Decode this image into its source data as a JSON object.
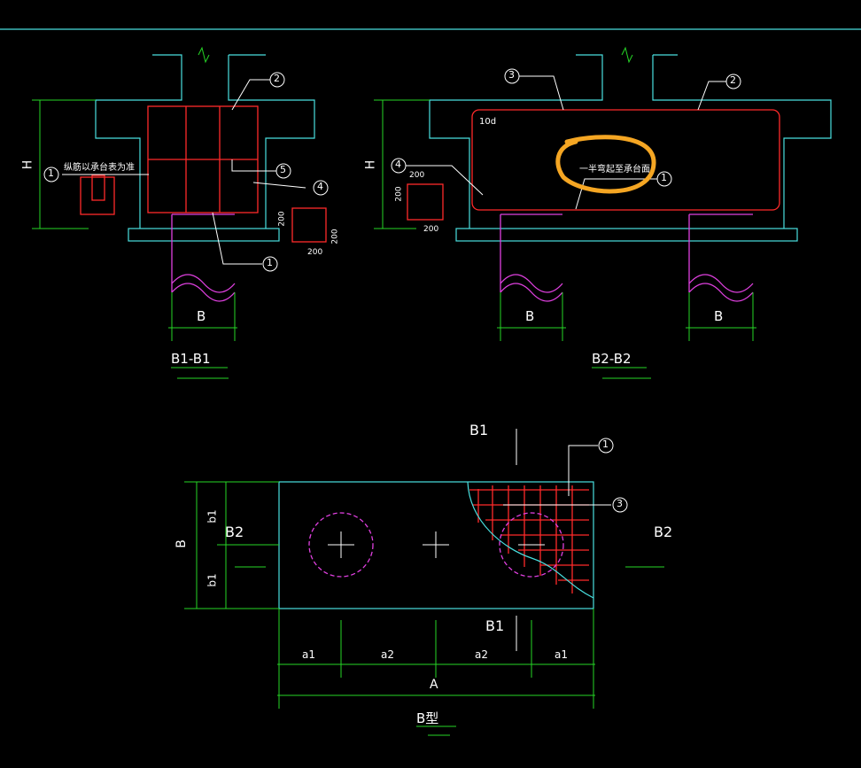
{
  "colors": {
    "background": "#000000",
    "concrete": "#49e0e0",
    "dimension": "#26d626",
    "rebar": "#ff2a2a",
    "pile": "#e040e0",
    "leader": "#ffffff",
    "highlight": "#f5a623"
  },
  "section1": {
    "title": "B1-B1",
    "note_main": "纵筋以承台表为准",
    "dim_h": "H",
    "dim_b": "B",
    "dim_200_a": "200",
    "dim_200_b": "200",
    "dim_200_c": "200",
    "callouts": [
      "1",
      "2",
      "5",
      "4",
      "1"
    ]
  },
  "section2": {
    "title": "B2-B2",
    "note_main": "一半弯起至承台面",
    "dim_h": "H",
    "dim_b1": "B",
    "dim_b2": "B",
    "dim_10d": "10d",
    "dim_200_a": "200",
    "dim_200_b": "200",
    "dim_200_c": "200",
    "callouts": [
      "3",
      "2",
      "4",
      "1"
    ]
  },
  "plan": {
    "title": "B型",
    "cut_b1": "B1",
    "cut_b2": "B2",
    "dim_b": "B",
    "dim_b1": "b1",
    "dim_a": "A",
    "dim_a1": "a1",
    "dim_a2": "a2",
    "callouts": [
      "1",
      "3"
    ]
  }
}
